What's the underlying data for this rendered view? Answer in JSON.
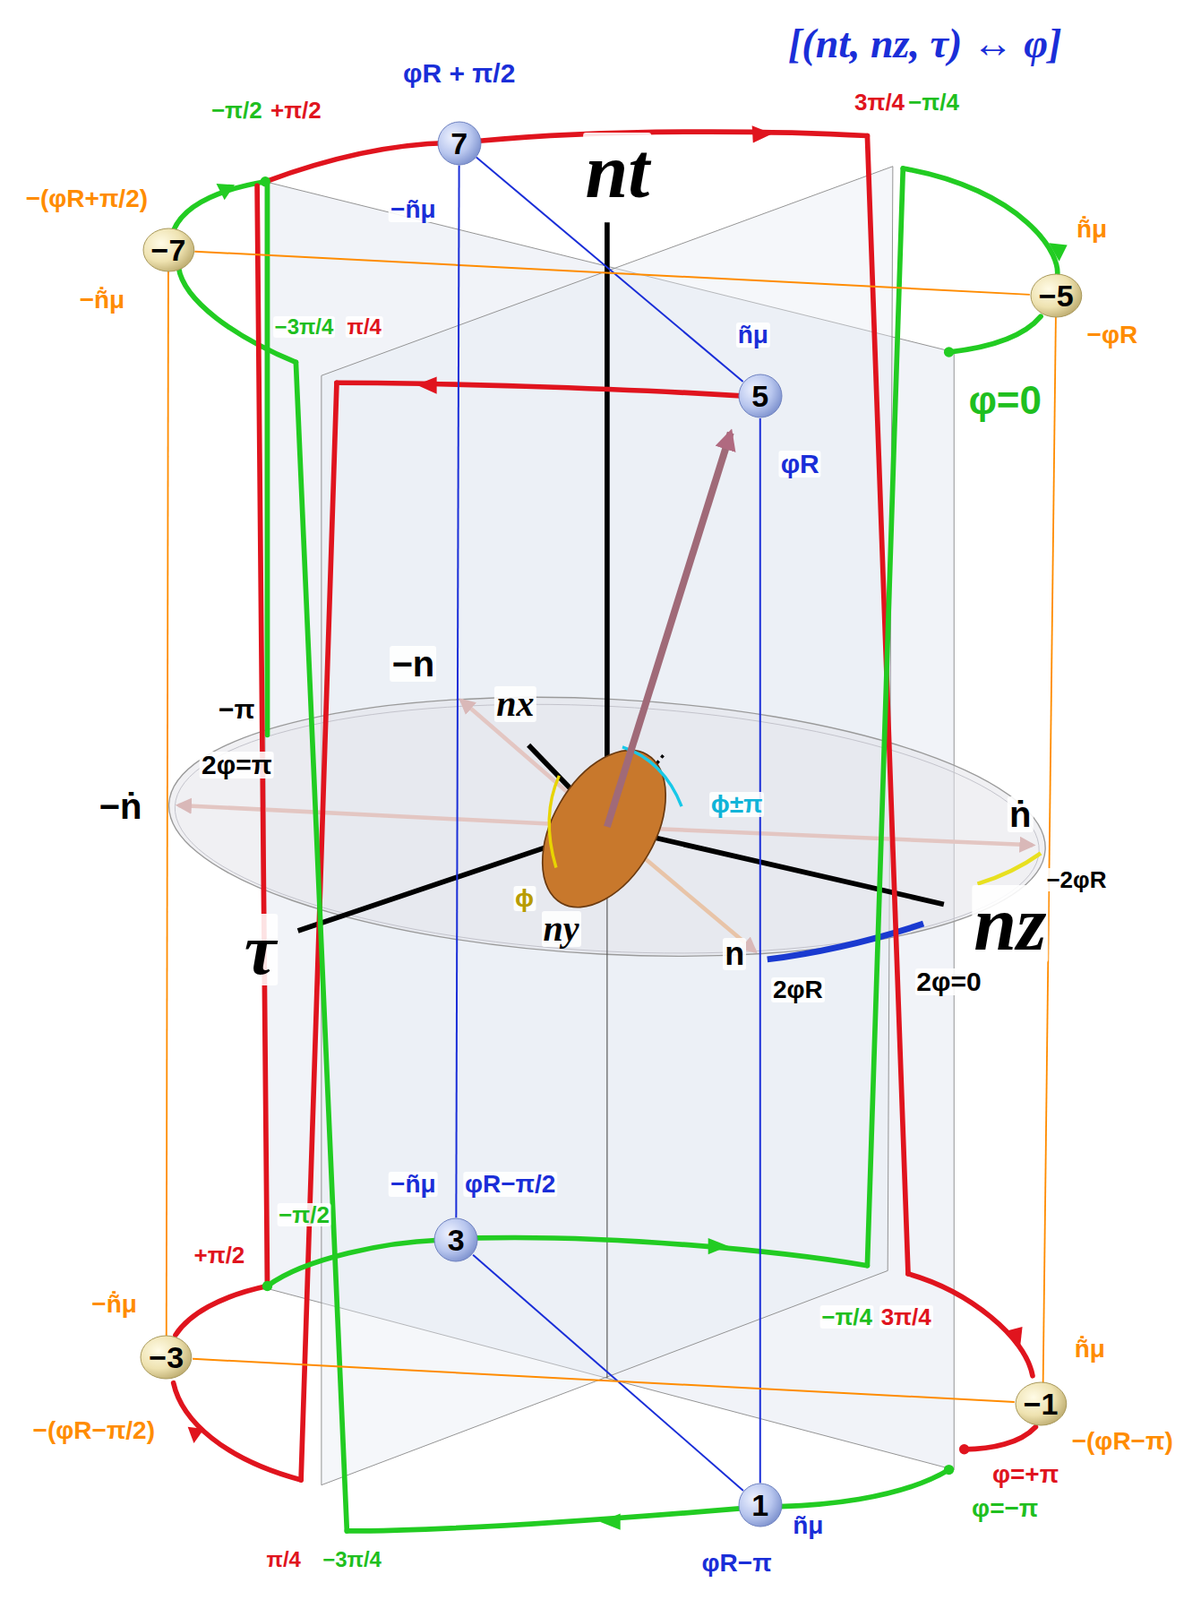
{
  "diagram": {
    "title": "[(nt, nz, τ) ↔ φ]",
    "nodes": [
      {
        "text": [
          "7"
        ]
      },
      {
        "text": [
          "−7"
        ]
      },
      {
        "text": [
          "−5"
        ]
      },
      {
        "text": [
          "5"
        ]
      },
      {
        "text": [
          "3"
        ]
      },
      {
        "text": [
          "−3"
        ]
      },
      {
        "text": [
          "−1"
        ]
      },
      {
        "text": [
          "1"
        ]
      }
    ],
    "edges": [
      {
        "from": 0,
        "to": 3,
        "arrow": "none"
      },
      {
        "from": 1,
        "to": 2,
        "arrow": "none"
      },
      {
        "from": 0,
        "to": 4,
        "arrow": "none"
      },
      {
        "from": 3,
        "to": 7,
        "arrow": "none"
      },
      {
        "from": 4,
        "to": 7,
        "arrow": "none"
      },
      {
        "from": 5,
        "to": 6,
        "arrow": "none"
      }
    ],
    "labels": [
      "φR + π/2",
      "−π/2",
      "+π/2",
      "3π/4",
      "−π/4",
      "−(φR+π/2)",
      "−ñ̇μ",
      "−ñμ",
      "nt",
      "−3π/4",
      "π/4",
      "ñ̇μ",
      "−φR",
      "ñμ",
      "φR",
      "φ=0",
      "−n",
      "nx",
      "−π",
      "2φ=π",
      "−ṅ",
      "ϕ±π",
      "ṅ",
      "−2φR",
      "nz",
      "ϕ",
      "ny",
      "τ",
      "n",
      "2φR",
      "2φ=0",
      "−ñμ",
      "φR−π/2",
      "+π/2",
      "−π/2",
      "−ñ̇μ",
      "−π/4",
      "3π/4",
      "ñ̇μ",
      "−(φR−π/2)",
      "−(φR−π)",
      "φ=+π",
      "φ=−π",
      "π/4",
      "−3π/4",
      "ñμ",
      "φR−π"
    ]
  }
}
